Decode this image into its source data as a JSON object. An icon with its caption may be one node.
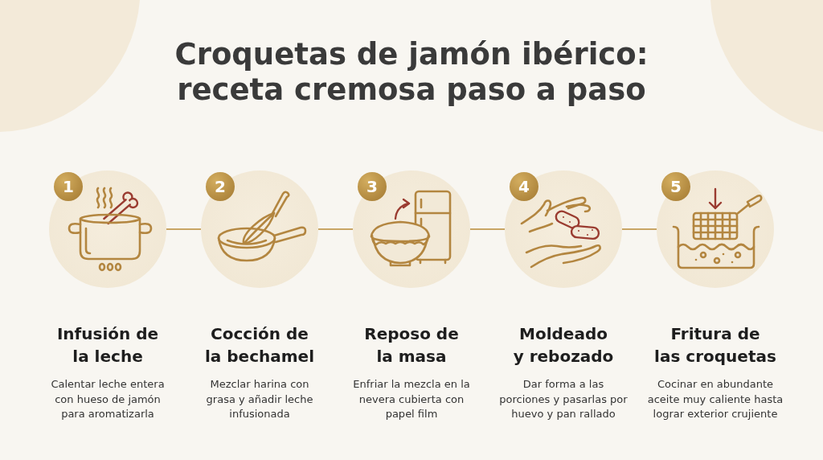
{
  "diagram": {
    "title": "Croquetas de jamón ibérico: receta cremosa paso a paso",
    "nodes": [
      {
        "text": [
          "1"
        ],
        "beside": [
          "Infusión de la leche",
          "Calentar leche entera con hueso de jamón para aromatizarla"
        ]
      },
      {
        "text": [
          "2"
        ],
        "beside": [
          "Cocción de la bechamel",
          "Mezclar harina con grasa y añadir leche infusionada"
        ]
      },
      {
        "text": [
          "3"
        ],
        "beside": [
          "Reposo de la masa",
          "Enfriar la mezcla en la nevera cubierta con papel film"
        ]
      },
      {
        "text": [
          "4"
        ],
        "beside": [
          "Moldeado y rebozado",
          "Dar forma a las porciones y pasarlas por huevo y pan rallado"
        ]
      },
      {
        "text": [
          "5"
        ],
        "beside": [
          "Fritura de las croquetas",
          "Cocinar en abundante aceite muy caliente hasta lograr exterior crujiente"
        ]
      }
    ],
    "edges": [
      {
        "from": 0,
        "to": 1,
        "arrow": "none"
      },
      {
        "from": 1,
        "to": 2,
        "arrow": "none"
      },
      {
        "from": 2,
        "to": 3,
        "arrow": "none"
      },
      {
        "from": 3,
        "to": 4,
        "arrow": "none"
      }
    ]
  }
}
